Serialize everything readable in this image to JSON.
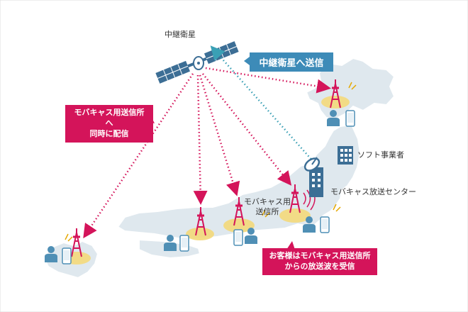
{
  "satellite_label": "中継衛星",
  "uplink_callout": "中継衛星へ送信",
  "distribution_callout_line1": "モバキャス用送信所へ",
  "distribution_callout_line2": "同時に配信",
  "software_operator_label": "ソフト事業者",
  "broadcast_center_label": "モバキャス放送センター",
  "transmitter_label_line1": "モバキャス用",
  "transmitter_label_line2": "送信所",
  "reception_callout_line1": "お客様はモバキャス用送信所",
  "reception_callout_line2": "からの放送波を受信",
  "colors": {
    "magenta": "#d4145a",
    "blue": "#3d8bb8",
    "uplink_dots": "#3aa0b5",
    "land": "#dfe8ee",
    "coverage": "#f4d97a",
    "person": "#4f8fb5"
  }
}
